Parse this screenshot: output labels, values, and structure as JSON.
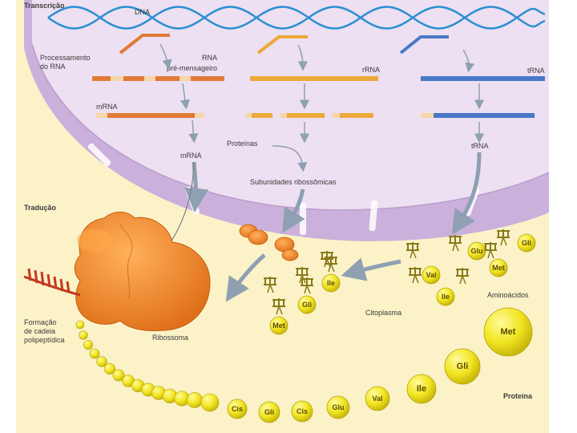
{
  "sections": {
    "transcription": "Transcrição",
    "translation": "Tradução"
  },
  "labels": {
    "dna": "DNA",
    "rna_processing_line1": "Processamento",
    "rna_processing_line2": "do RNA",
    "pre_mrna_line1": "RNA",
    "pre_mrna_line2": "pré-mensageiro",
    "rrna": "rRNA",
    "trna_top": "tRNA",
    "mrna_left": "mRNA",
    "proteins": "Proteínas",
    "mrna_mid": "mRNA",
    "trna_mid": "tRNA",
    "ribosomal_subunits": "Subunidades ribossômicas",
    "cytoplasm": "Citoplasma",
    "amino_acids": "Aminoácidos",
    "ribosome": "Ribossoma",
    "chain_line1": "Formação",
    "chain_line2": "de cadeia",
    "chain_line3": "polipeptídica",
    "protein": "Proteína"
  },
  "amino_acids": {
    "free_trna": [
      "Gli",
      "Ile",
      "Met"
    ],
    "right_cluster": [
      "Glu",
      "Gli",
      "Met",
      "Val",
      "Ile"
    ],
    "chain": [
      "Cis",
      "Gli",
      "Cis",
      "Glu",
      "Val",
      "Ile",
      "Gli",
      "Met"
    ]
  },
  "colors": {
    "nucleus": "#e6d8ee",
    "envelope": "#cbb0dc",
    "cytoplasm": "#fbf2c8",
    "dna": "#2e8fd1",
    "mrna": "#e07a35",
    "rrna": "#eba93a",
    "trna": "#4a78c8",
    "ribosome": "#f08a2a",
    "amino_ball": "#f2e521",
    "arrow": "#8ea0b2"
  }
}
